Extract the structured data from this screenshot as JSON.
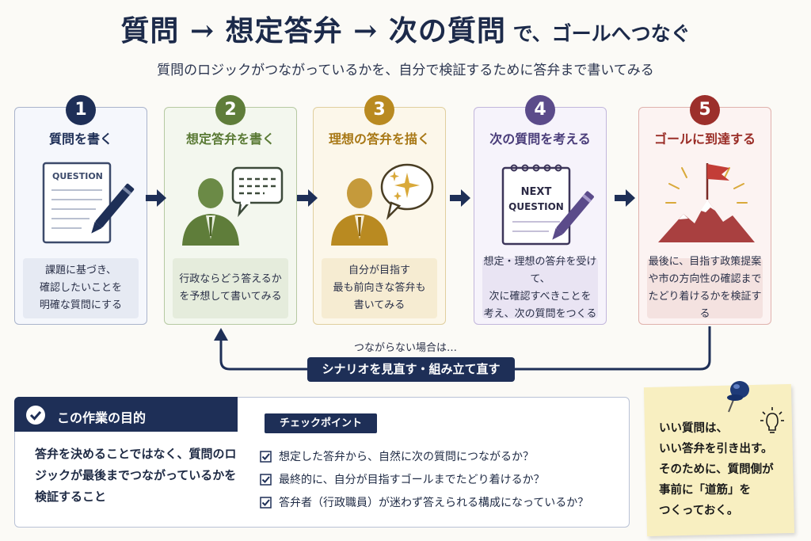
{
  "header": {
    "title_big": "質問 → 想定答弁 → 次の質問",
    "title_small": " で、ゴールへつなぐ",
    "subtitle": "質問のロジックがつながっているかを、自分で検証するために答弁まで書いてみる"
  },
  "steps": [
    {
      "number": "1",
      "title": "質問を書く",
      "illustration_label": "QUESTION",
      "description": "課題に基づき、\n確認したいことを\n明確な質問にする",
      "color": "#1e2f57",
      "icon": "pencil-document-icon"
    },
    {
      "number": "2",
      "title": "想定答弁を書く",
      "description": "行政ならどう答えるか\nを予想して書いてみる",
      "color": "#5f7d3a",
      "icon": "person-speech-icon"
    },
    {
      "number": "3",
      "title": "理想の答弁を描く",
      "description": "自分が目指す\n最も前向きな答弁も\n書いてみる",
      "color": "#b98a21",
      "icon": "person-sparkle-icon"
    },
    {
      "number": "4",
      "title": "次の質問を考える",
      "illustration_label_1": "NEXT",
      "illustration_label_2": "QUESTION",
      "description": "想定・理想の答弁を受けて、\n次に確認すべきことを\n考え、次の質問をつくる",
      "color": "#5b4b8a",
      "icon": "notepad-icon"
    },
    {
      "number": "5",
      "title": "ゴールに到達する",
      "description": "最後に、目指す政策提案\nや市の方向性の確認まで\nたどり着けるかを検証する",
      "color": "#9c2f2b",
      "icon": "mountain-flag-icon"
    }
  ],
  "loop": {
    "note": "つながらない場合は…",
    "button": "シナリオを見直す・組み立て直す"
  },
  "purpose": {
    "title": "この作業の目的",
    "text": "答弁を決めることではなく、質問のロジックが最後までつながっているかを検証すること"
  },
  "checkpoints": {
    "label": "チェックポイント",
    "items": [
      "想定した答弁から、自然に次の質問につながるか？",
      "最終的に、自分が目指すゴールまでたどり着けるか？",
      "答弁者（行政職員）が迷わず答えられる構成になっているか？"
    ]
  },
  "sticky_note": {
    "text": "いい質問は、\nいい答弁を引き出す。\nそのために、質問側が\n事前に「道筋」を\nつくっておく。"
  }
}
